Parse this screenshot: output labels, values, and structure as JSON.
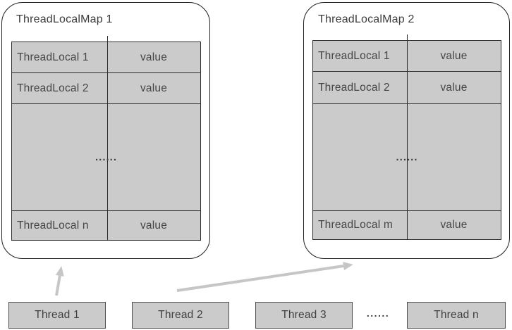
{
  "maps": [
    {
      "title": "ThreadLocalMap 1",
      "rows": [
        {
          "key": "ThreadLocal 1",
          "value": "value"
        },
        {
          "key": "ThreadLocal 2",
          "value": "value"
        },
        {
          "dots": "......"
        },
        {
          "key": "ThreadLocal n",
          "value": "value"
        }
      ]
    },
    {
      "title": "ThreadLocalMap 2",
      "rows": [
        {
          "key": "ThreadLocal 1",
          "value": "value"
        },
        {
          "key": "ThreadLocal 2",
          "value": "value"
        },
        {
          "dots": "......"
        },
        {
          "key": "ThreadLocal m",
          "value": "value"
        }
      ]
    }
  ],
  "threads": [
    {
      "label": "Thread 1"
    },
    {
      "label": "Thread 2"
    },
    {
      "label": "Thread 3"
    },
    {
      "label": "Thread n"
    }
  ],
  "threads_gap_dots": "......",
  "colors": {
    "cell_fill": "#cbcbcb",
    "panel_border": "#1f1f1f",
    "table_line": "#2c2c2c",
    "text": "#414141",
    "arrow": "#c6c6c6"
  }
}
